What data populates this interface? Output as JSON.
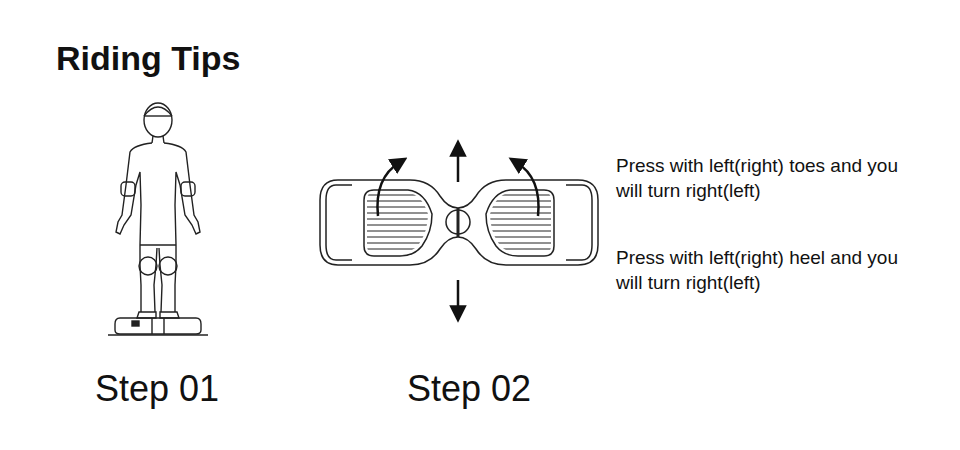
{
  "diagram": {
    "title": "Riding Tips",
    "labels": [
      "Step 01",
      "Step 02",
      "Press with left(right) toes and you will turn right(left)",
      "Press with left(right) heel and you will turn right(left)"
    ]
  }
}
